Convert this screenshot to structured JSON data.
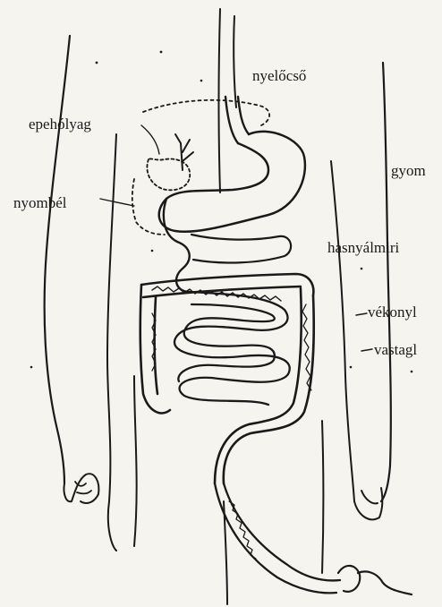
{
  "labels": {
    "nyelocso": "nyelőcső",
    "epeholyag": "epehólyag",
    "gyomor": "gyom",
    "nyombel": "nyombél",
    "hasnyalmirigy": "hasnyálmiri",
    "vekonybel": "vékonyl",
    "vastagbel": "vastagl"
  },
  "colors": {
    "ink": "#1a1a1a",
    "paper": "#f6f4ee"
  }
}
